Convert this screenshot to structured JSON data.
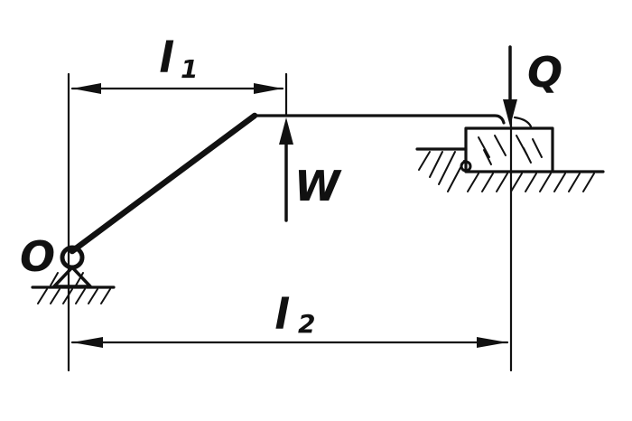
{
  "labels": {
    "pivot": "O",
    "force_w": "W",
    "force_q": "Q",
    "length_1_symbol": "l",
    "length_1_index": "1",
    "length_2_symbol": "l",
    "length_2_index": "2"
  },
  "colors": {
    "ink": "#111111",
    "background": "#ffffff"
  }
}
